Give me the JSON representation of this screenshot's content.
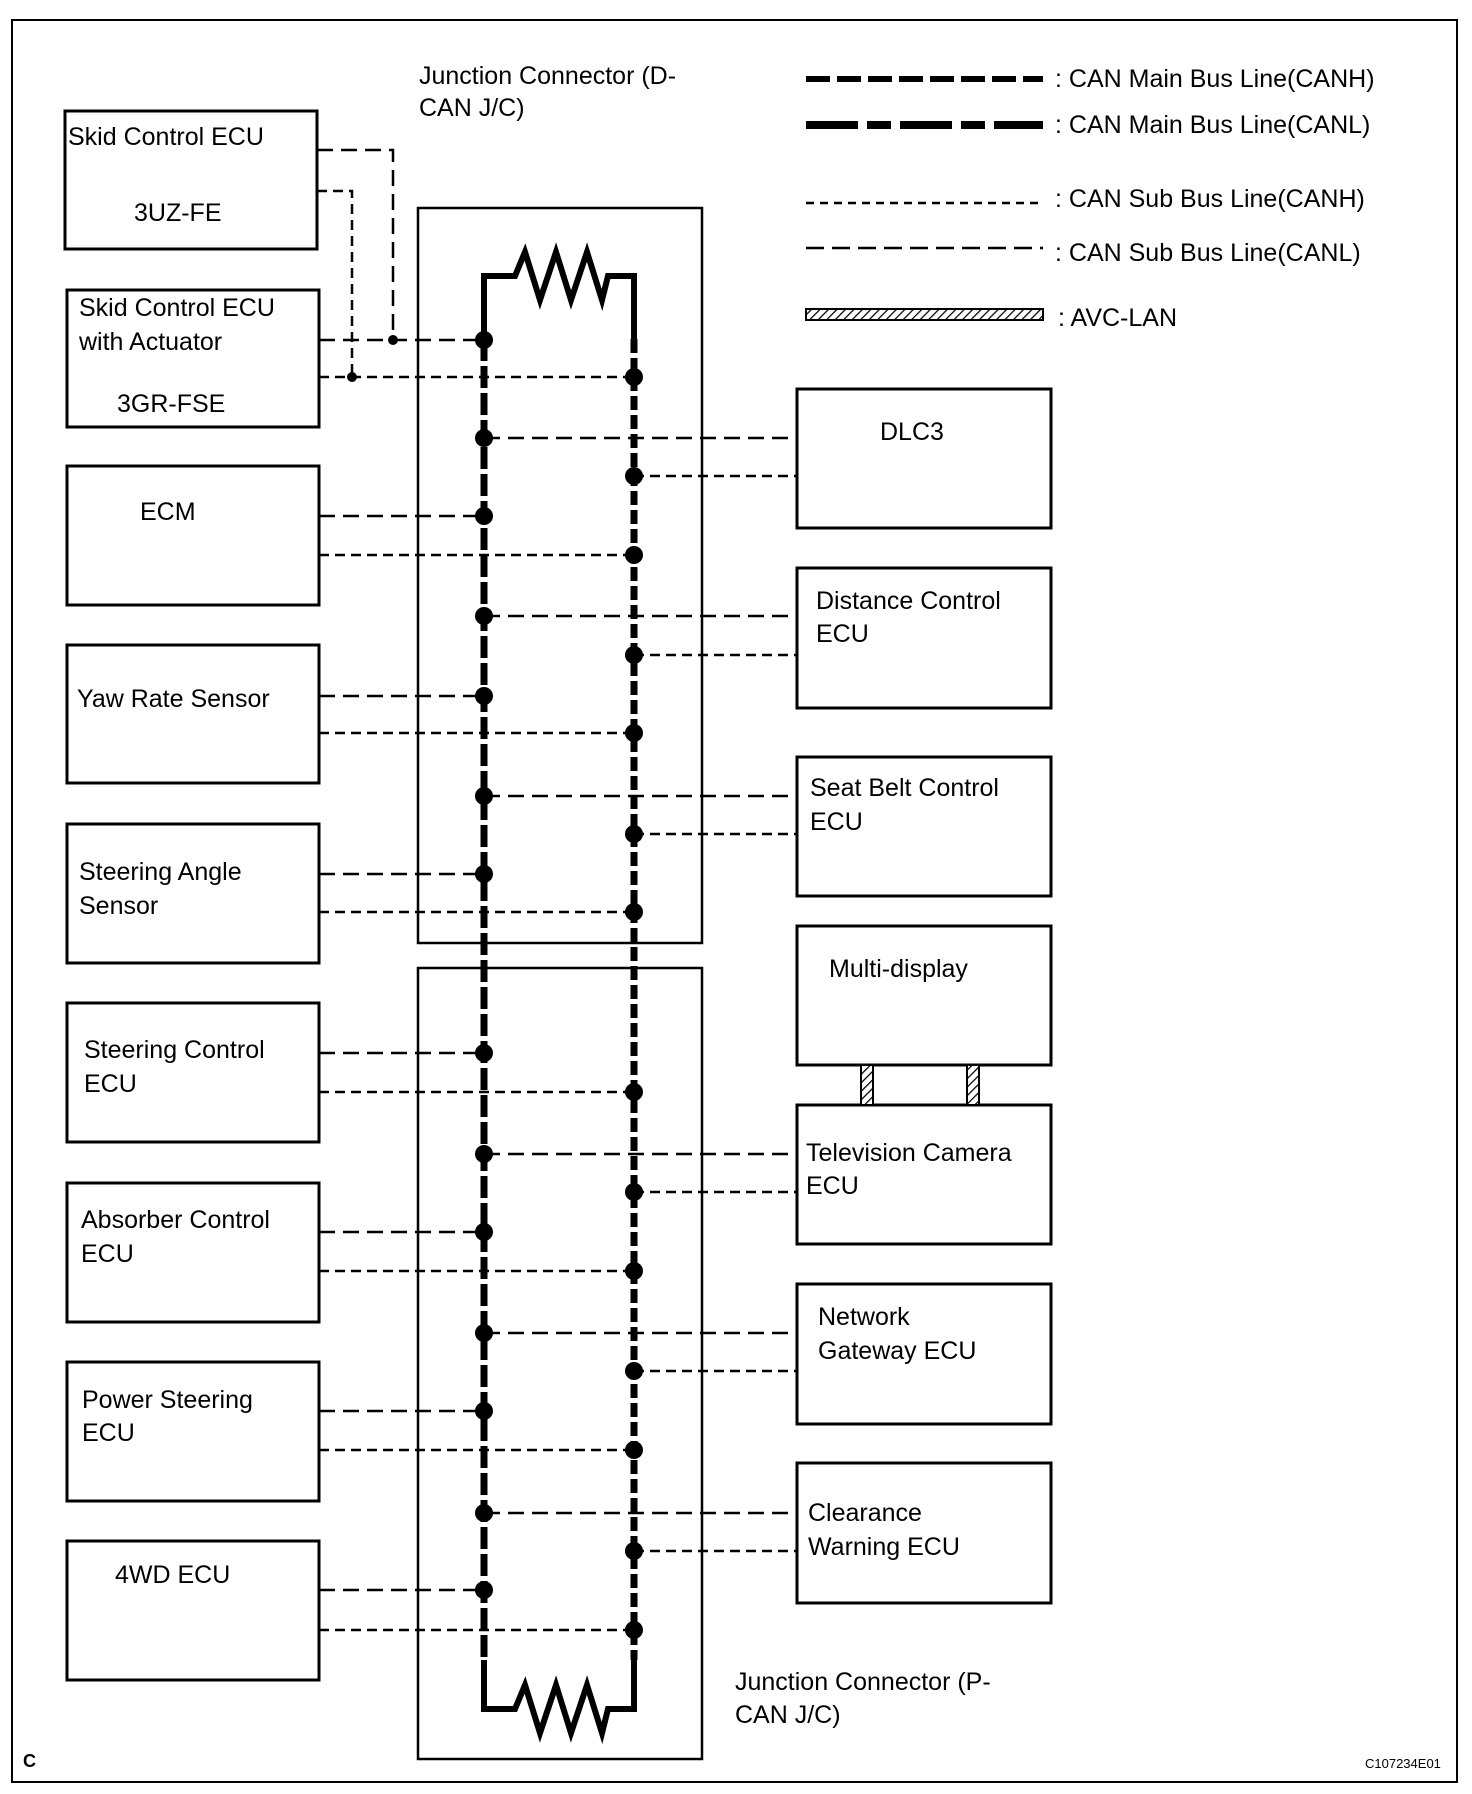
{
  "left_ecus": [
    {
      "id": "skid-control-ecu-3uz",
      "lines": [
        "Skid Control ECU",
        "",
        "3UZ-FE"
      ]
    },
    {
      "id": "skid-control-ecu-actuator-3gr",
      "lines": [
        "Skid Control ECU",
        "with Actuator",
        "",
        "3GR-FSE"
      ]
    },
    {
      "id": "ecm",
      "lines": [
        "ECM"
      ]
    },
    {
      "id": "yaw-rate-sensor",
      "lines": [
        "Yaw Rate Sensor"
      ]
    },
    {
      "id": "steering-angle-sensor",
      "lines": [
        "Steering Angle",
        "Sensor"
      ]
    },
    {
      "id": "steering-control-ecu",
      "lines": [
        "Steering Control",
        "ECU"
      ]
    },
    {
      "id": "absorber-control-ecu",
      "lines": [
        "Absorber Control",
        "ECU"
      ]
    },
    {
      "id": "power-steering-ecu",
      "lines": [
        "Power Steering",
        "ECU"
      ]
    },
    {
      "id": "4wd-ecu",
      "lines": [
        "4WD ECU"
      ]
    }
  ],
  "right_ecus": [
    {
      "id": "dlc3",
      "lines": [
        "DLC3"
      ]
    },
    {
      "id": "distance-control-ecu",
      "lines": [
        "Distance Control",
        "ECU"
      ]
    },
    {
      "id": "seat-belt-control-ecu",
      "lines": [
        "Seat Belt Control",
        "ECU"
      ]
    },
    {
      "id": "multi-display",
      "lines": [
        "Multi-display"
      ]
    },
    {
      "id": "television-camera-ecu",
      "lines": [
        "Television Camera",
        "ECU"
      ]
    },
    {
      "id": "network-gateway-ecu",
      "lines": [
        "Network",
        "Gateway ECU"
      ]
    },
    {
      "id": "clearance-warning-ecu",
      "lines": [
        "Clearance",
        "Warning ECU"
      ]
    }
  ],
  "junction_connectors": [
    {
      "id": "d-can-jc",
      "lines": [
        "Junction Connector (D-",
        "CAN J/C)"
      ]
    },
    {
      "id": "p-can-jc",
      "lines": [
        "Junction Connector (P-",
        "CAN J/C)"
      ]
    }
  ],
  "legend": [
    {
      "id": "can-main-canh",
      "label": ": CAN Main Bus Line(CANH)"
    },
    {
      "id": "can-main-canl",
      "label": ": CAN Main Bus Line(CANL)"
    },
    {
      "id": "can-sub-canh",
      "label": ": CAN Sub Bus Line(CANH)"
    },
    {
      "id": "can-sub-canl",
      "label": ": CAN Sub Bus Line(CANL)"
    },
    {
      "id": "avc-lan",
      "label": ": AVC-LAN"
    }
  ],
  "corner_label": "C",
  "figure_code": "C107234E01"
}
